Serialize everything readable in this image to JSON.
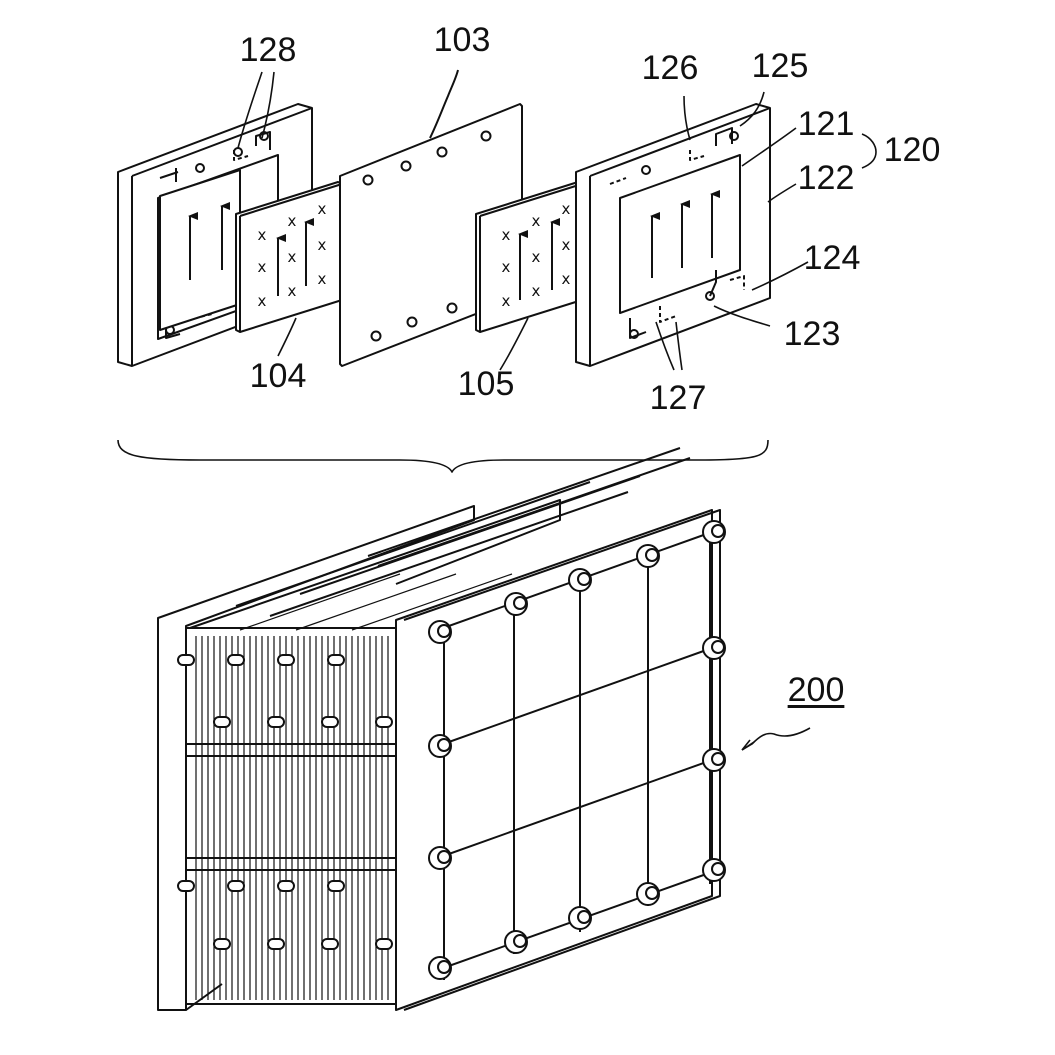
{
  "figure": {
    "labels": {
      "r128": "128",
      "r103": "103",
      "r126": "126",
      "r125": "125",
      "r121": "121",
      "r120": "120",
      "r122": "122",
      "r124": "124",
      "r123": "123",
      "r127": "127",
      "r104": "104",
      "r105": "105",
      "r200": "200"
    },
    "membrane_mark": "x"
  },
  "colors": {
    "ink": "#111111",
    "paper": "#ffffff"
  }
}
